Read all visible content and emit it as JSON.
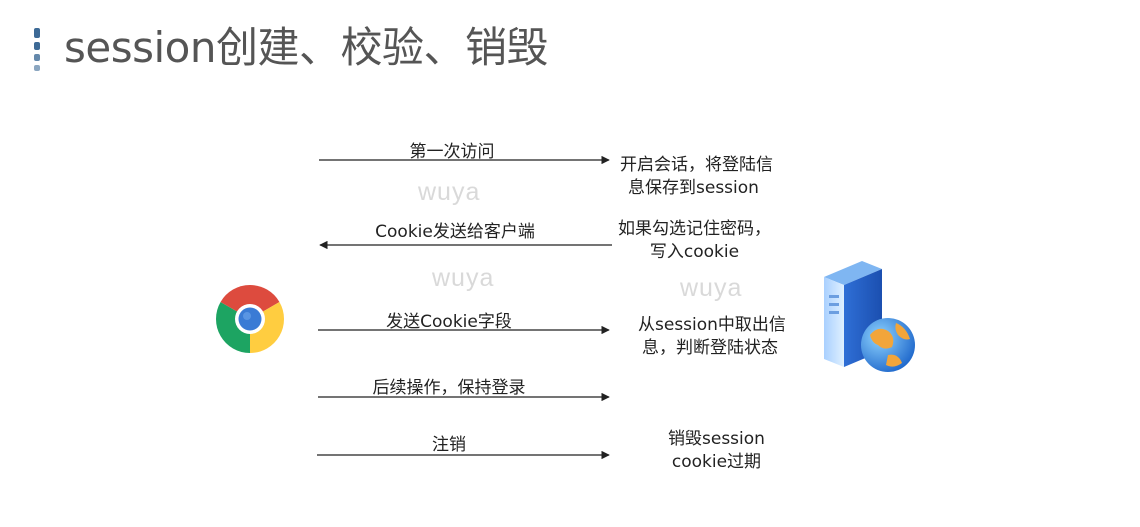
{
  "title": "session创建、校验、销毁",
  "watermark": "wuya",
  "steps": [
    {
      "label": "第一次访问",
      "direction": "right",
      "desc": [
        "开启会话，将登陆信",
        "息保存到session"
      ]
    },
    {
      "label": "Cookie发送给客户端",
      "direction": "left",
      "desc": [
        "如果勾选记住密码，",
        "写入cookie"
      ]
    },
    {
      "label": "发送Cookie字段",
      "direction": "right",
      "desc": [
        "从session中取出信",
        "息，判断登陆状态"
      ]
    },
    {
      "label": "后续操作，保持登录",
      "direction": "right",
      "desc": []
    },
    {
      "label": "注销",
      "direction": "right",
      "desc": [
        "销毁session",
        "cookie过期"
      ]
    }
  ],
  "icons": {
    "client": "chrome-browser-icon",
    "server": "server-globe-icon"
  },
  "colors": {
    "title": "#555555",
    "marker": "#3d6a96",
    "watermark": "#d9d9d9",
    "arrow": "#222222"
  }
}
